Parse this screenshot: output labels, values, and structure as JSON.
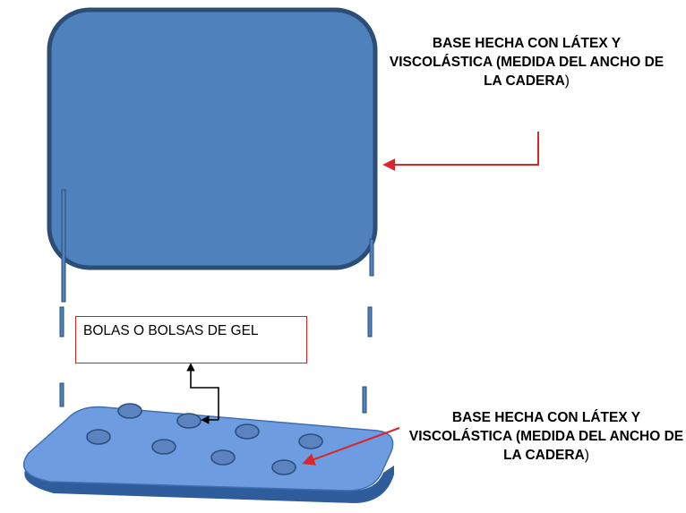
{
  "labels": {
    "top_base_bold": "BASE HECHA CON LÁTEX Y VISCOLÁSTICA (MEDIDA DEL ANCHO DE LA CADERA",
    "top_base_paren": ")",
    "gel": "BOLAS O BOLSAS DE GEL",
    "bottom_base_bold": "BASE HECHA CON LÁTEX Y VISCOLÁSTICA (MEDIDA DEL ANCHO DE LA CADERA",
    "bottom_base_paren": ")"
  },
  "colors": {
    "cushion_fill": "#4f81bd",
    "cushion_stroke": "#2c4d75",
    "base_fill": "#6d9de0",
    "base_edge": "#2f5c9a",
    "gel_fill": "#5b83bf",
    "arrow_red": "#d9262a",
    "gel_box_border": "#e0201f"
  }
}
